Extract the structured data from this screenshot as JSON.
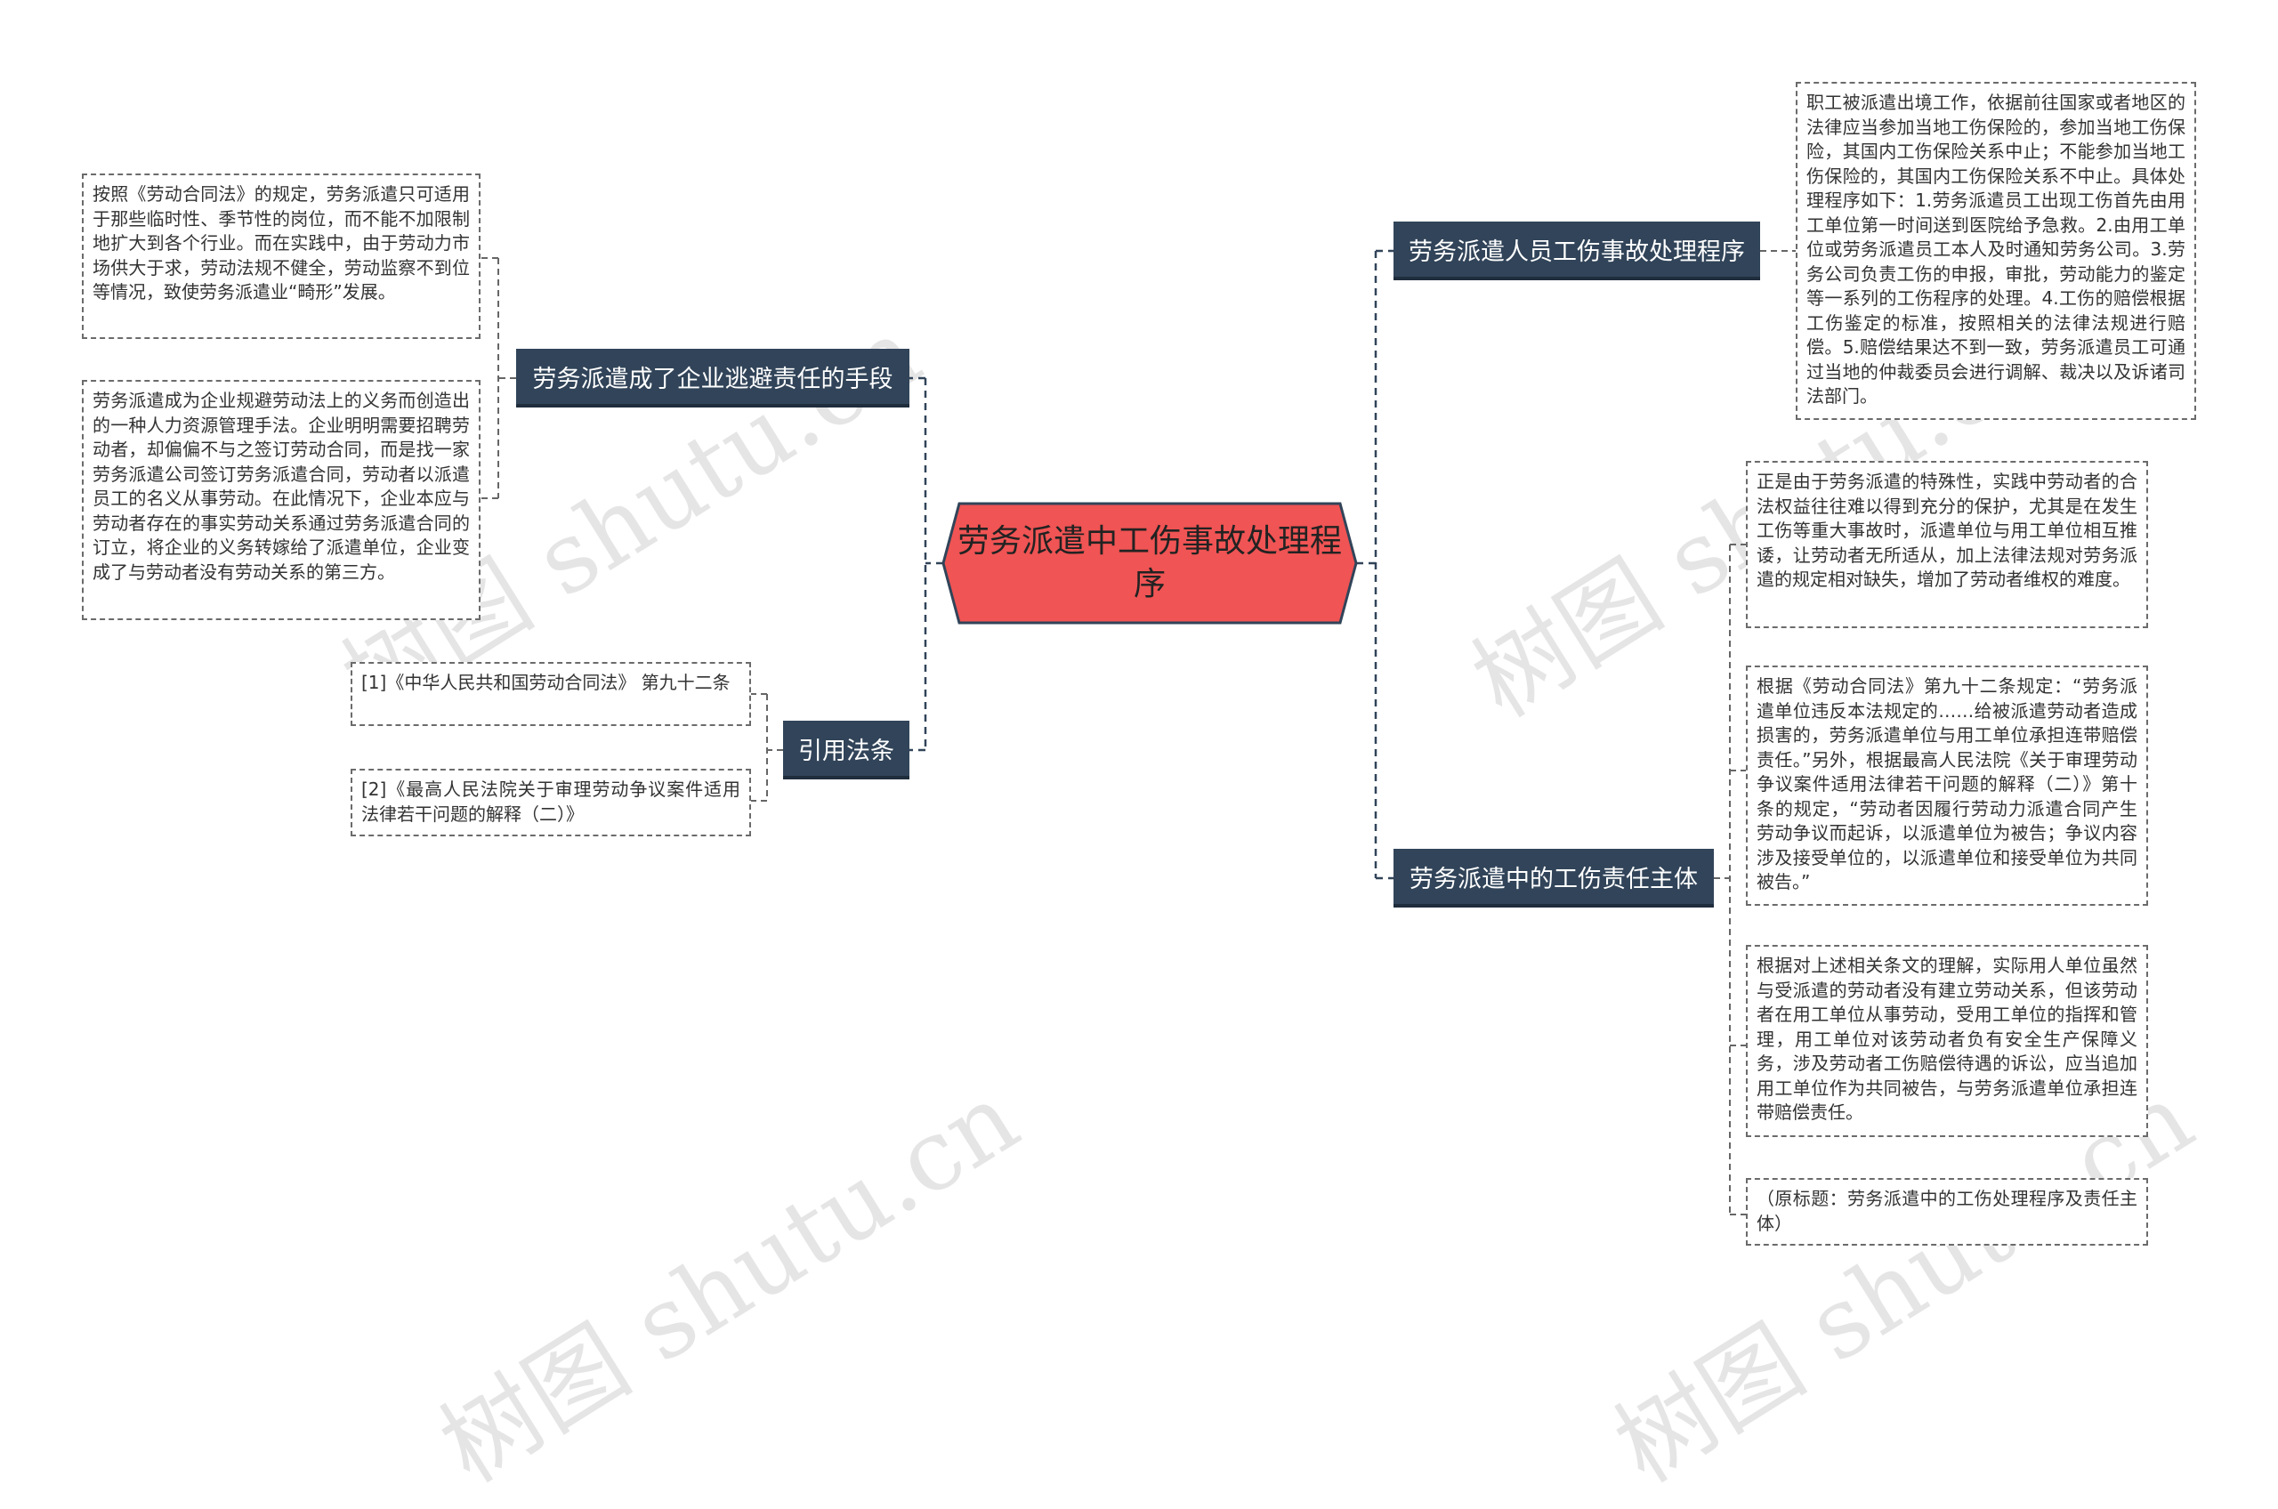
{
  "watermark": "树图 shutu.cn",
  "center": {
    "label": "劳务派遣中工伤事故处理程序"
  },
  "branches": {
    "escape": {
      "label": "劳务派遣成了企业逃避责任的手段",
      "leaves": [
        "按照《劳动合同法》的规定，劳务派遣只可适用于那些临时性、季节性的岗位，而不能不加限制地扩大到各个行业。而在实践中，由于劳动力市场供大于求，劳动法规不健全，劳动监察不到位等情况，致使劳务派遣业“畸形”发展。",
        "劳务派遣成为企业规避劳动法上的义务而创造出的一种人力资源管理手法。企业明明需要招聘劳动者，却偏偏不与之签订劳动合同，而是找一家劳务派遣公司签订劳务派遣合同，劳动者以派遣员工的名义从事劳动。在此情况下，企业本应与劳动者存在的事实劳动关系通过劳务派遣合同的订立，将企业的义务转嫁给了派遣单位，企业变成了与劳动者没有劳动关系的第三方。"
      ]
    },
    "citations": {
      "label": "引用法条",
      "leaves": [
        "[1]《中华人民共和国劳动合同法》 第九十二条",
        "[2]《最高人民法院关于审理劳动争议案件适用法律若干问题的解释（二）》"
      ]
    },
    "procedure": {
      "label": "劳务派遣人员工伤事故处理程序",
      "leaves": [
        "职工被派遣出境工作，依据前往国家或者地区的法律应当参加当地工伤保险的，参加当地工伤保险，其国内工伤保险关系中止；不能参加当地工伤保险的，其国内工伤保险关系不中止。具体处理程序如下：1.劳务派遣员工出现工伤首先由用工单位第一时间送到医院给予急救。2.由用工单位或劳务派遣员工本人及时通知劳务公司。3.劳务公司负责工伤的申报，审批，劳动能力的鉴定等一系列的工伤程序的处理。4.工伤的赔偿根据工伤鉴定的标准，按照相关的法律法规进行赔偿。5.赔偿结果达不到一致，劳务派遣员工可通过当地的仲裁委员会进行调解、裁决以及诉诸司法部门。"
      ]
    },
    "subject": {
      "label": "劳务派遣中的工伤责任主体",
      "leaves": [
        "正是由于劳务派遣的特殊性，实践中劳动者的合法权益往往难以得到充分的保护，尤其是在发生工伤等重大事故时，派遣单位与用工单位相互推诿，让劳动者无所适从，加上法律法规对劳务派遣的规定相对缺失，增加了劳动者维权的难度。",
        "根据《劳动合同法》第九十二条规定：“劳务派遣单位违反本法规定的……给被派遣劳动者造成损害的，劳务派遣单位与用工单位承担连带赔偿责任。”另外，根据最高人民法院《关于审理劳动争议案件适用法律若干问题的解释（二）》第十条的规定，“劳动者因履行劳动力派遣合同产生劳动争议而起诉，以派遣单位为被告；争议内容涉及接受单位的，以派遣单位和接受单位为共同被告。”",
        "根据对上述相关条文的理解，实际用人单位虽然与受派遣的劳动者没有建立劳动关系，但该劳动者在用工单位从事劳动，受用工单位的指挥和管理，用工单位对该劳动者负有安全生产保障义务，涉及劳动者工伤赔偿待遇的诉讼，应当追加用工单位作为共同被告，与劳务派遣单位承担连带赔偿责任。",
        "（原标题：劳务派遣中的工伤处理程序及责任主体）"
      ]
    }
  }
}
